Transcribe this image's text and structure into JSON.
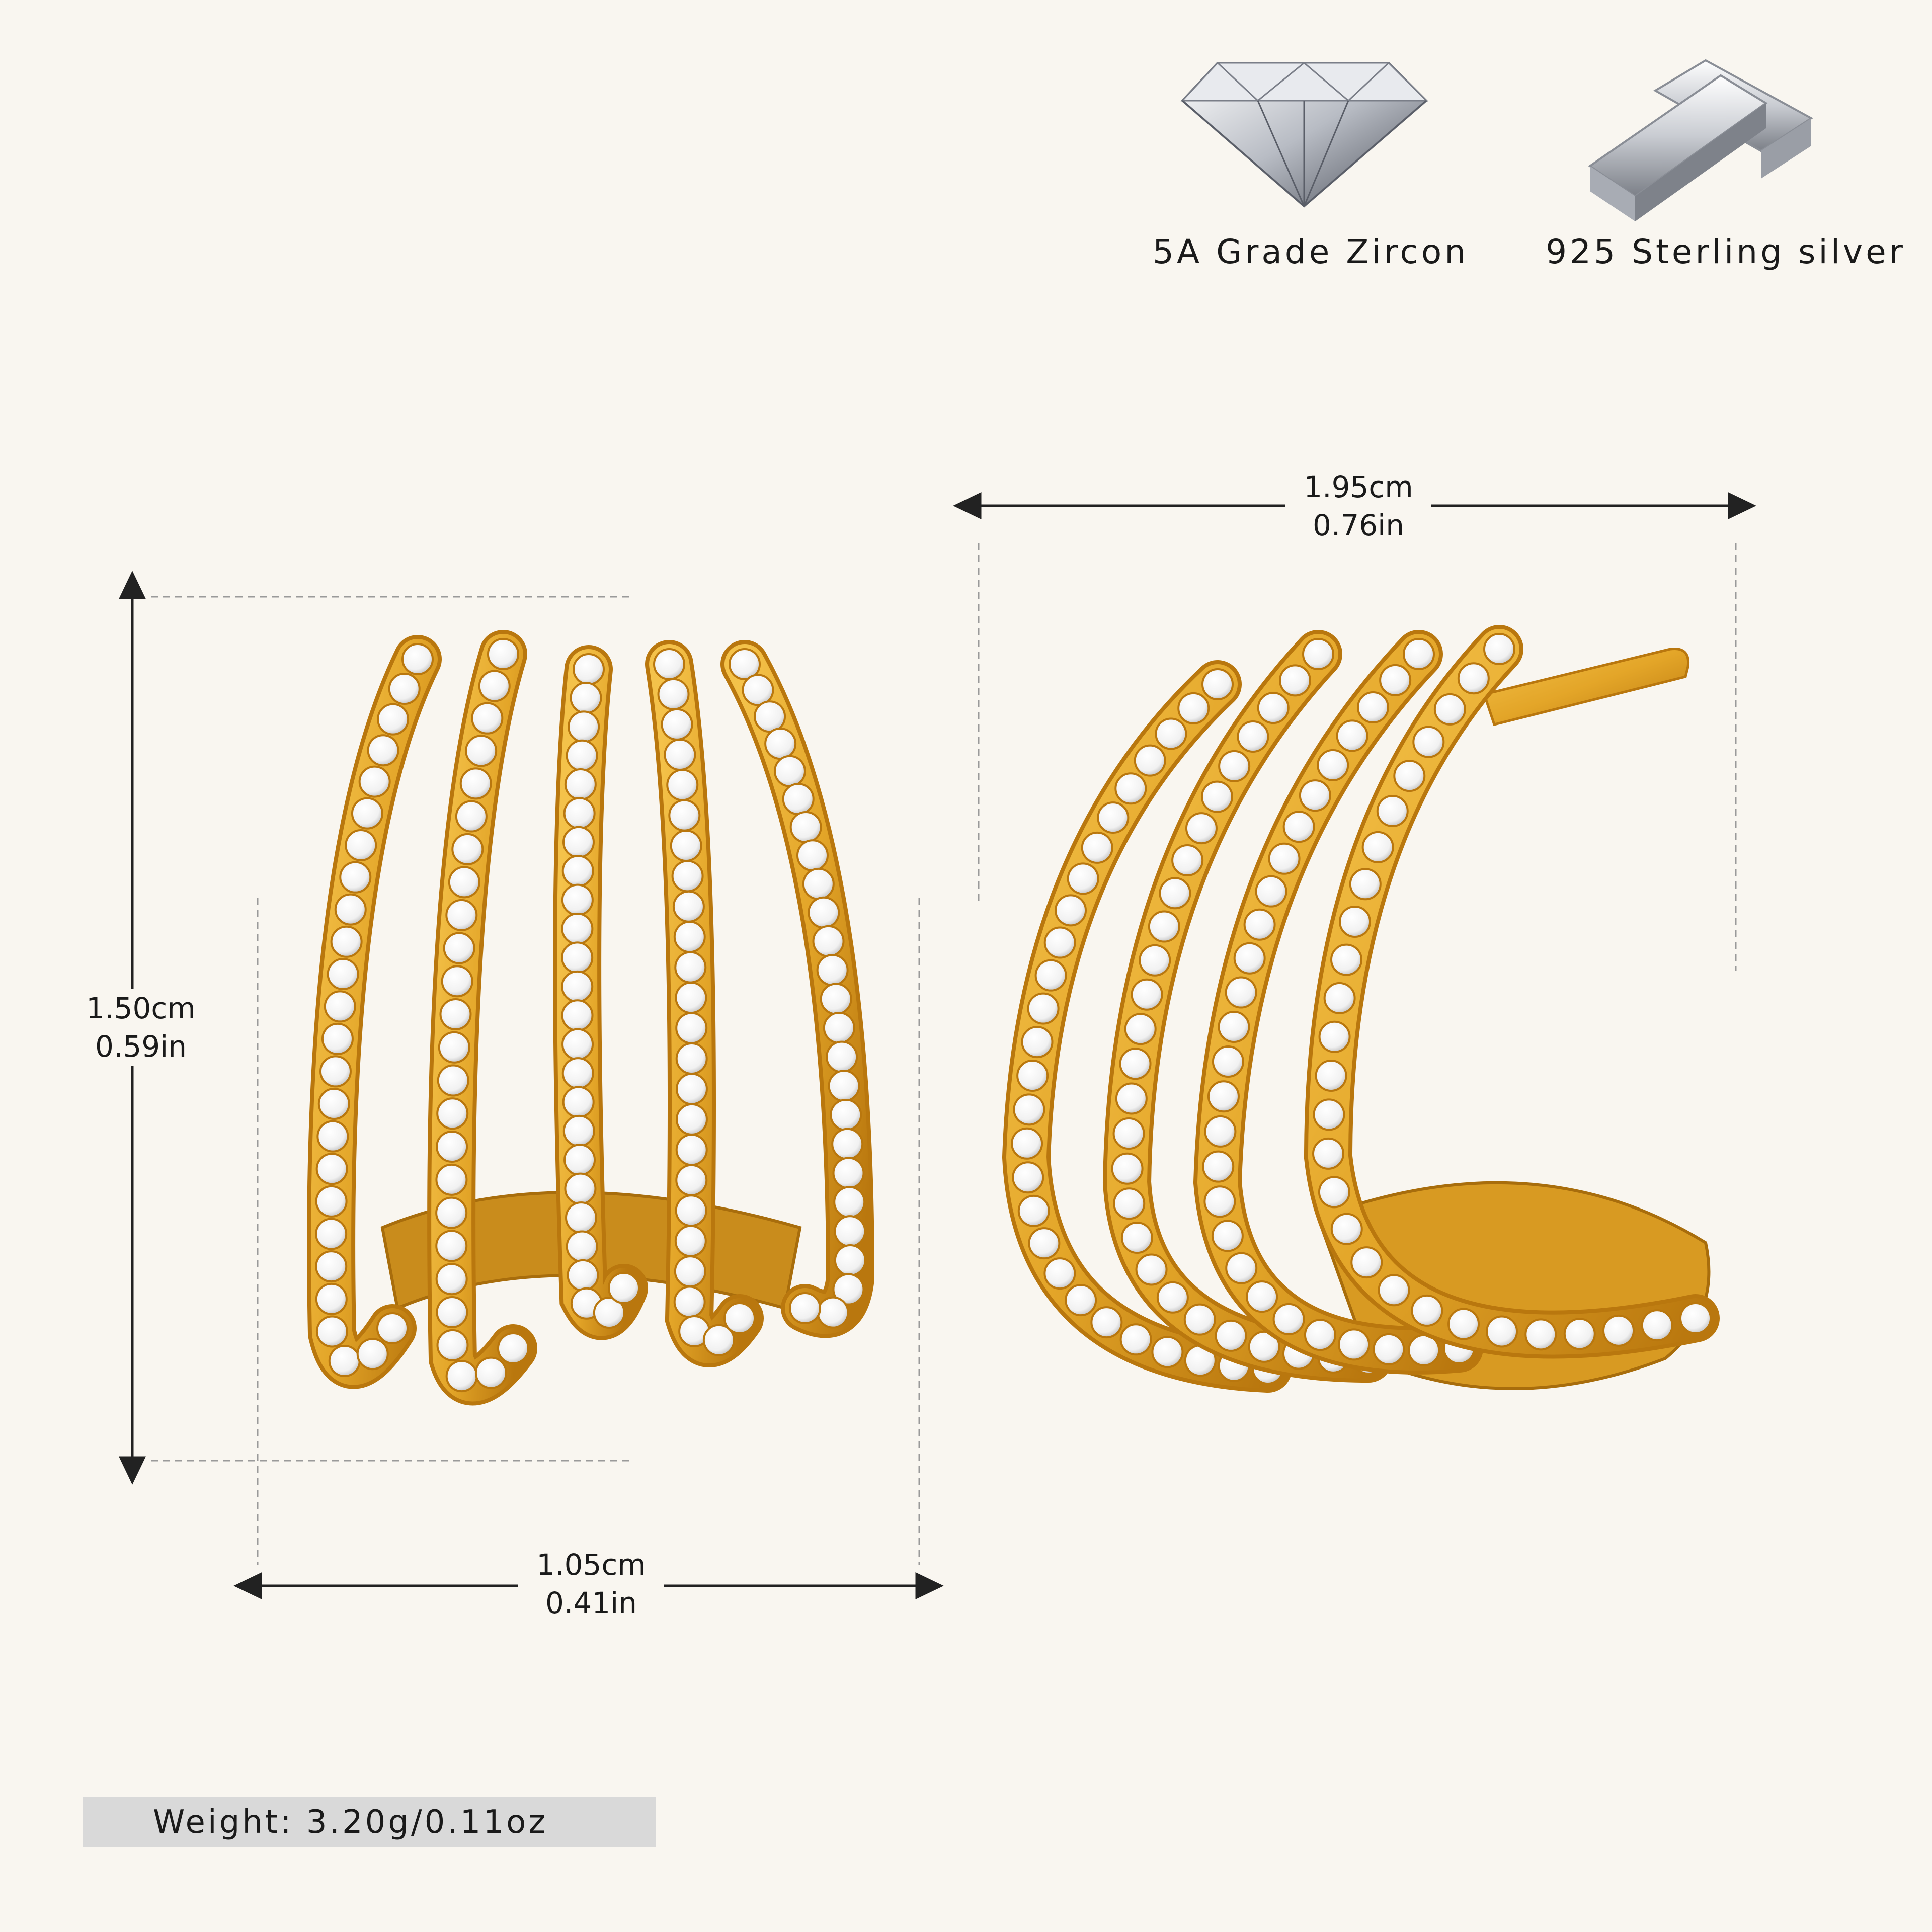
{
  "features": [
    {
      "label": "5A Grade Zircon",
      "icon": "diamond-icon"
    },
    {
      "label": "925 Sterling silver",
      "icon": "silver-bars-icon"
    }
  ],
  "dimensions": {
    "front_height": {
      "cm": "1.50cm",
      "in": "0.59in"
    },
    "front_width": {
      "cm": "1.05cm",
      "in": "0.41in"
    },
    "side_width": {
      "cm": "1.95cm",
      "in": "0.76in"
    }
  },
  "weight": "Weight:  3.20g/0.11oz",
  "colors": {
    "background": "#f9f6f0",
    "gold": "#e3a528",
    "gold_dark": "#b9770e",
    "zircon": "#ffffff",
    "weight_bar": "#d9d9d9"
  }
}
